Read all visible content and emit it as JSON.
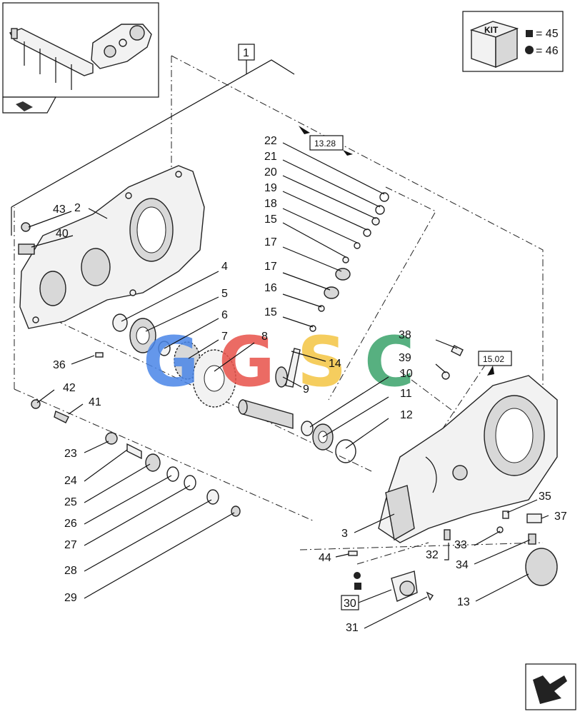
{
  "kit": {
    "label": "KIT",
    "items": [
      {
        "equals": "= 45"
      },
      {
        "equals": "= 46"
      }
    ]
  },
  "ref_boxes": {
    "top": "1",
    "ref_a": "13.28",
    "ref_b": "15.02",
    "item_30": "30"
  },
  "watermark": {
    "letters": [
      "G",
      "G",
      "S",
      "C"
    ],
    "colors": [
      "#4a86e8",
      "#e8524a",
      "#f4c542",
      "#3aa36b"
    ]
  },
  "callouts": {
    "c43": "43",
    "c2": "2",
    "c40": "40",
    "c4": "4",
    "c5": "5",
    "c6": "6",
    "c7": "7",
    "c8": "8",
    "c36": "36",
    "c42": "42",
    "c41": "41",
    "c22": "22",
    "c21": "21",
    "c20": "20",
    "c19": "19",
    "c18": "18",
    "c15a": "15",
    "c17a": "17",
    "c17b": "17",
    "c16": "16",
    "c15b": "15",
    "c14": "14",
    "c9": "9",
    "c10": "10",
    "c11": "11",
    "c12": "12",
    "c38": "38",
    "c39": "39",
    "c23": "23",
    "c24": "24",
    "c25": "25",
    "c26": "26",
    "c27": "27",
    "c28": "28",
    "c29": "29",
    "c35": "35",
    "c37": "37",
    "c3": "3",
    "c33": "33",
    "c32": "32",
    "c34": "34",
    "c44": "44",
    "c13": "13",
    "c31": "31"
  }
}
